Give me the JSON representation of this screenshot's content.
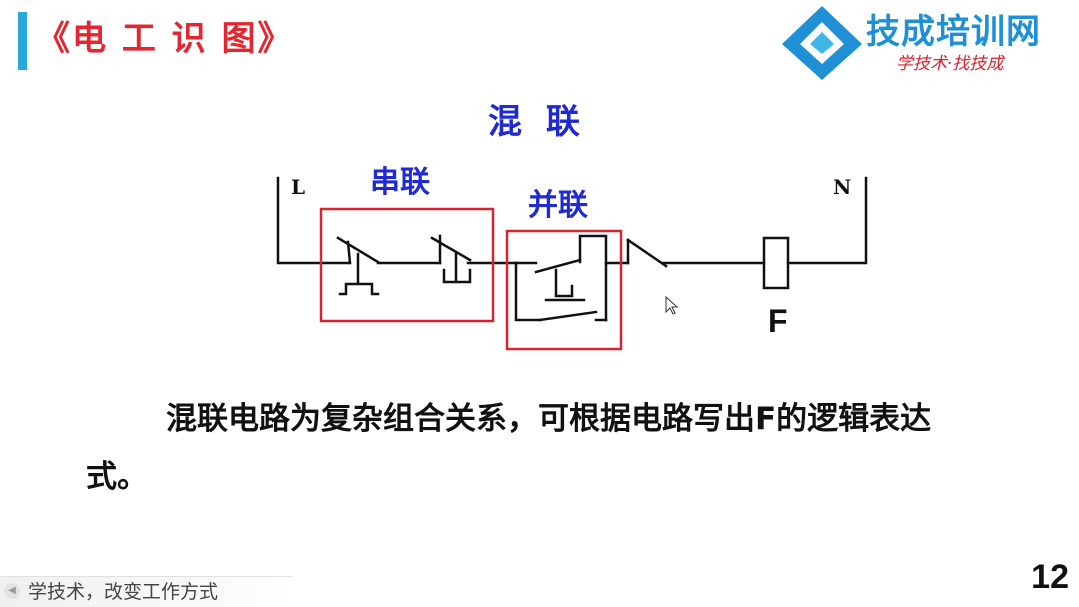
{
  "slide": {
    "title": "《电 工 识 图》",
    "page_number": "12"
  },
  "logo": {
    "name": "技成培训网",
    "slogan": "学技术·找技成"
  },
  "diagram": {
    "title": "混 联",
    "label_L": "L",
    "label_N": "N",
    "label_series": "串联",
    "label_parallel": "并联",
    "label_output": "F"
  },
  "body": {
    "text": "混联电路为复杂组合关系，可根据电路写出F的逻辑表达式。"
  },
  "footer": {
    "text": "学技术，改变工作方式"
  },
  "colors": {
    "title_red": "#e3262f",
    "accent_blue": "#29a8e0",
    "diagram_blue": "#1f2bd0",
    "box_red": "#d9232e"
  }
}
